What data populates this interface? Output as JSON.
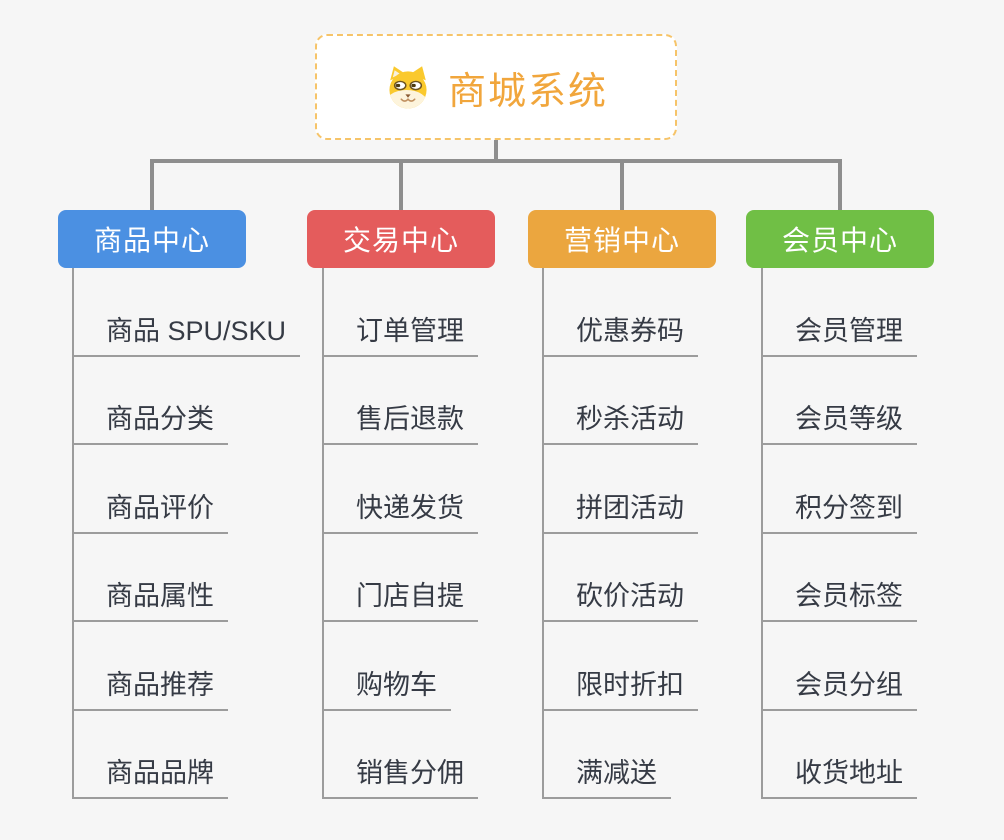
{
  "root": {
    "title": "商城系统",
    "icon": "dog-face-icon"
  },
  "branches": [
    {
      "label": "商品中心",
      "color": "#4b90e2",
      "items": [
        "商品 SPU/SKU",
        "商品分类",
        "商品评价",
        "商品属性",
        "商品推荐",
        "商品品牌"
      ]
    },
    {
      "label": "交易中心",
      "color": "#e45c5c",
      "items": [
        "订单管理",
        "售后退款",
        "快递发货",
        "门店自提",
        "购物车",
        "销售分佣"
      ]
    },
    {
      "label": "营销中心",
      "color": "#eba63f",
      "items": [
        "优惠券码",
        "秒杀活动",
        "拼团活动",
        "砍价活动",
        "限时折扣",
        "满减送"
      ]
    },
    {
      "label": "会员中心",
      "color": "#70bf45",
      "items": [
        "会员管理",
        "会员等级",
        "积分签到",
        "会员标签",
        "会员分组",
        "收货地址"
      ]
    }
  ],
  "palette": {
    "background": "#f6f6f6",
    "root_border": "#f6c469",
    "root_title": "#f1a63c",
    "connector": "#8e8e8e",
    "leaf_line": "#9c9c9c",
    "leaf_text": "#363b45"
  }
}
